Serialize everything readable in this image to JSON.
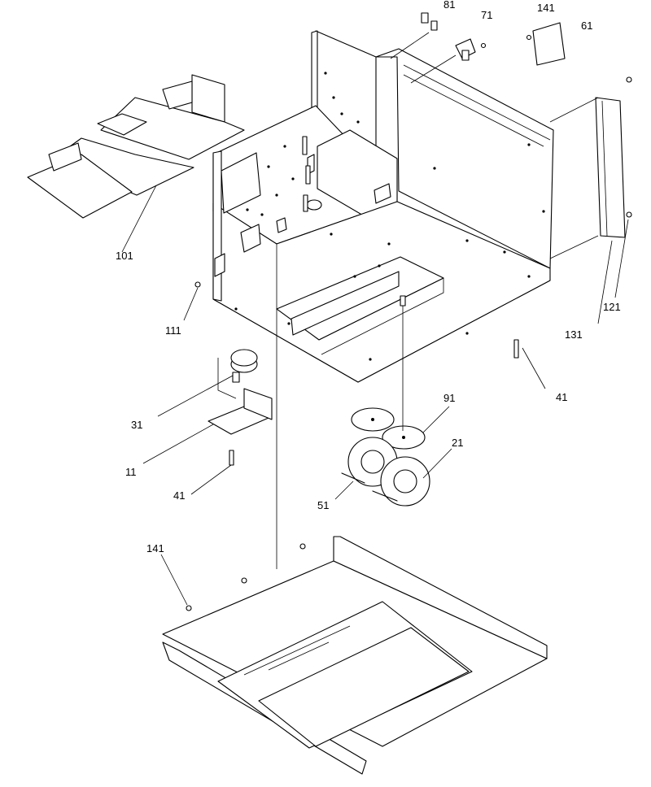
{
  "callouts": {
    "c81": "81",
    "c71": "71",
    "c141_top": "141",
    "c61": "61",
    "c101": "101",
    "c111": "111",
    "c121": "121",
    "c131": "131",
    "c41_right": "41",
    "c31": "31",
    "c11": "11",
    "c41_left": "41",
    "c91": "91",
    "c21": "21",
    "c51": "51",
    "c141_bottom": "141"
  }
}
